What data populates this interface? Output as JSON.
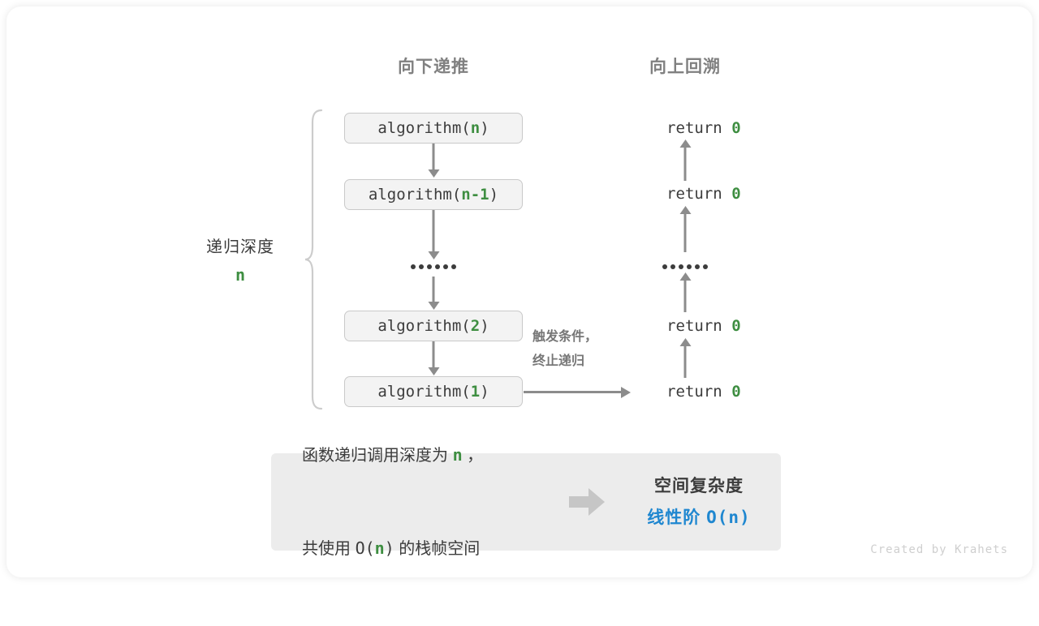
{
  "figure": {
    "credit": "Created by Krahets",
    "accent_green": "#3e8e41",
    "accent_blue": "#1f87d0",
    "gray_text": "#3c3c3c",
    "gray_muted": "#808080",
    "box_fill": "#f3f3f3",
    "panel_fill": "#ececec"
  },
  "headers": {
    "down": "向下递推",
    "up": "向上回溯"
  },
  "depth": {
    "label": "递归深度",
    "value": "n"
  },
  "call_stack": [
    {
      "prefix": "algorithm(",
      "arg": "n",
      "suffix": ")"
    },
    {
      "prefix": "algorithm(",
      "arg": "n-1",
      "suffix": ")"
    },
    {
      "ellipsis": true
    },
    {
      "prefix": "algorithm(",
      "arg": "2",
      "suffix": ")"
    },
    {
      "prefix": "algorithm(",
      "arg": "1",
      "suffix": ")"
    }
  ],
  "returns": [
    {
      "text": "return ",
      "value": "0"
    },
    {
      "text": "return ",
      "value": "0"
    },
    {
      "ellipsis": true
    },
    {
      "text": "return ",
      "value": "0"
    },
    {
      "text": "return ",
      "value": "0"
    }
  ],
  "terminate": {
    "line1": "触发条件，",
    "line2": "终止递归"
  },
  "summary": {
    "left_line1_a": "函数递归调用深度为 ",
    "left_line1_n": "n",
    "left_line1_b": " ，",
    "left_line2_a": "共使用 ",
    "left_line2_o": "O(",
    "left_line2_n": "n",
    "left_line2_c": ")",
    "left_line2_b": " 的栈帧空间",
    "arrow_icon": "right-arrow-icon",
    "right_title": "空间复杂度",
    "right_value_text": "线性阶 ",
    "right_value_mono": "O(n)"
  }
}
